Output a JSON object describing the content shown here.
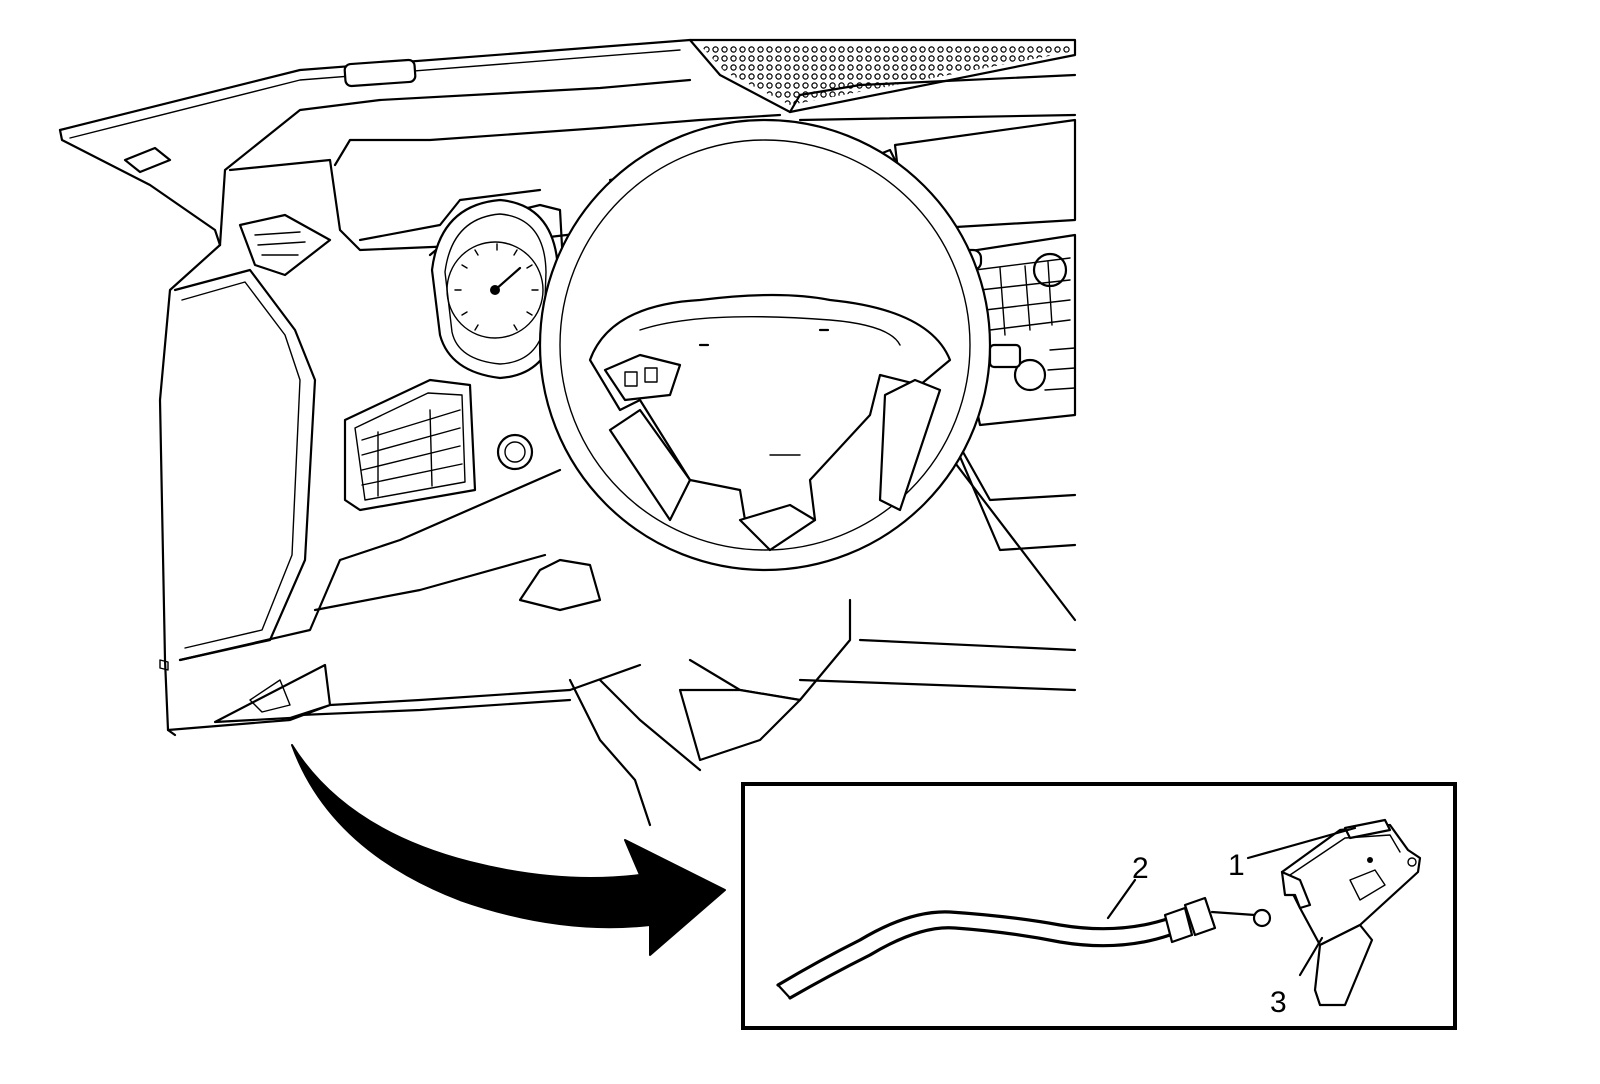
{
  "diagram": {
    "type": "technical-illustration",
    "callouts": [
      {
        "id": "1",
        "label": "1"
      },
      {
        "id": "2",
        "label": "2"
      },
      {
        "id": "3",
        "label": "3"
      }
    ],
    "colors": {
      "line": "#000000",
      "background": "#ffffff"
    }
  }
}
